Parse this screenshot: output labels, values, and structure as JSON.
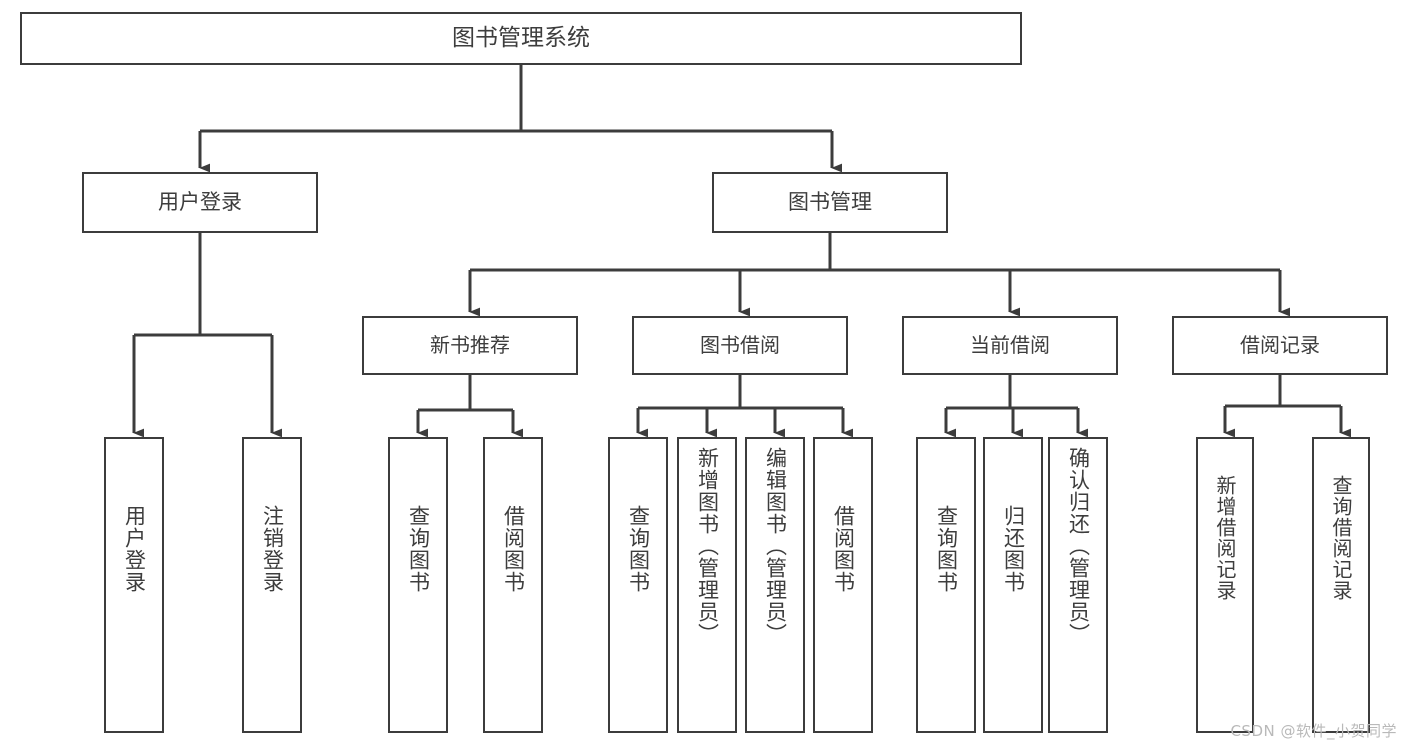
{
  "diagram": {
    "type": "tree-hierarchy-chart",
    "title": "图书管理系统",
    "background_color": "#ffffff",
    "line_color": "#3c3c3c",
    "text_color": "#3d3d3d",
    "root": {
      "label": "图书管理系统"
    },
    "level1": [
      {
        "label": "用户登录"
      },
      {
        "label": "图书管理"
      }
    ],
    "level2": [
      {
        "label": "新书推荐"
      },
      {
        "label": "图书借阅"
      },
      {
        "label": "当前借阅"
      },
      {
        "label": "借阅记录"
      }
    ],
    "leaves": {
      "user_login": [
        {
          "label": "用户登录"
        },
        {
          "label": "注销登录"
        }
      ],
      "new_book_recommend": [
        {
          "label": "查询图书"
        },
        {
          "label": "借阅图书"
        }
      ],
      "book_borrow": [
        {
          "label": "查询图书"
        },
        {
          "label": "新增图书（管理员）"
        },
        {
          "label": "编辑图书（管理员）"
        },
        {
          "label": "借阅图书"
        }
      ],
      "current_borrow": [
        {
          "label": "查询图书"
        },
        {
          "label": "归还图书"
        },
        {
          "label": "确认归还（管理员）"
        }
      ],
      "borrow_record": [
        {
          "label": "新增借阅记录"
        },
        {
          "label": "查询借阅记录"
        }
      ]
    }
  },
  "watermark": {
    "text": "CSDN @软件_小贺同学"
  }
}
